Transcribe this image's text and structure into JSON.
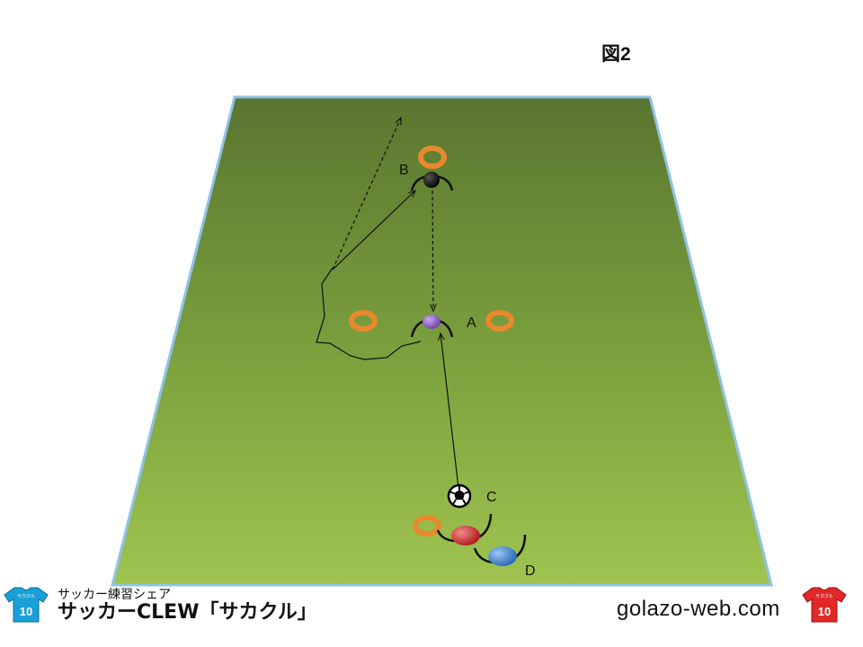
{
  "figure_label": "図2",
  "players": {
    "a": "A",
    "b": "B",
    "c": "C",
    "d": "D"
  },
  "brand": {
    "subtitle": "サッカー練習シェア",
    "title": "サッカーCLEW「サカクル」",
    "site": "golazo-web.com",
    "jersey_text": "サカクル",
    "jersey_number": "10"
  },
  "colors": {
    "field_top": "#5a7530",
    "field_bottom": "#9fc450",
    "field_border": "#8ec3e6",
    "cone": "#e8892e",
    "player_a": "#8a5fc0",
    "player_b": "#111111",
    "player_c": "#d23030",
    "player_d": "#3a7fd0",
    "jersey_left": "#1aa0d8",
    "jersey_right": "#e02828"
  }
}
